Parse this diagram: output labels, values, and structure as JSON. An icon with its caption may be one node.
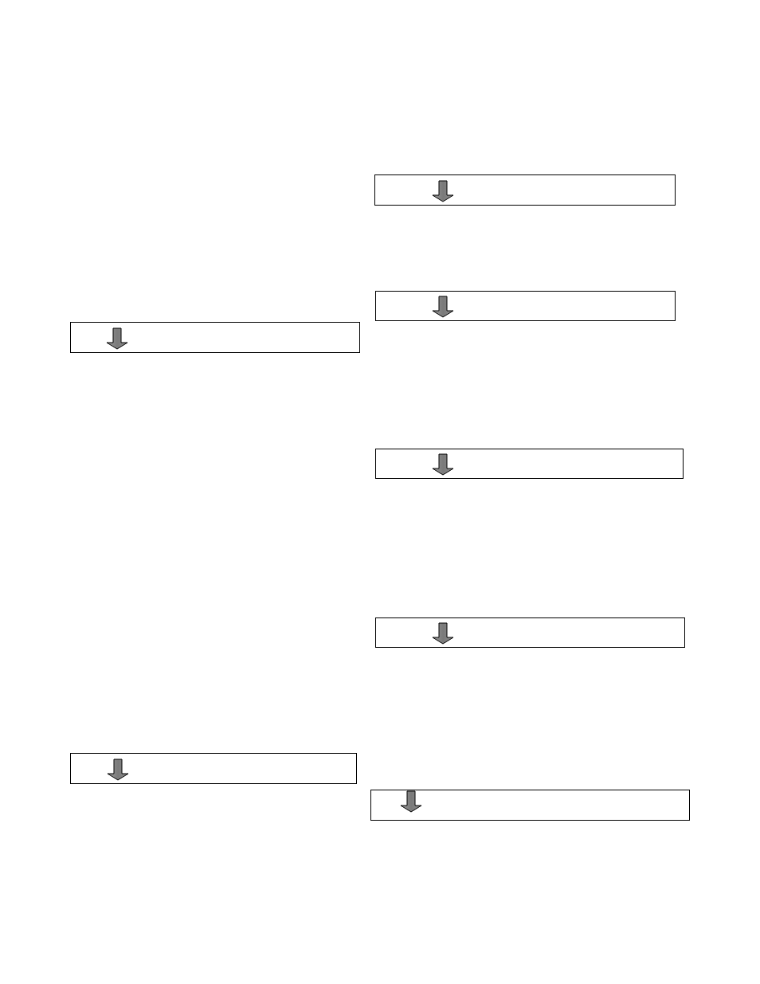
{
  "diagram": {
    "nodes": [
      {
        "text": [],
        "shape": "box"
      },
      {
        "text": [],
        "shape": "box"
      },
      {
        "text": [],
        "shape": "box"
      },
      {
        "text": [],
        "shape": "box"
      },
      {
        "text": [],
        "shape": "box"
      },
      {
        "text": [],
        "shape": "box"
      },
      {
        "text": [],
        "shape": "box"
      }
    ]
  }
}
